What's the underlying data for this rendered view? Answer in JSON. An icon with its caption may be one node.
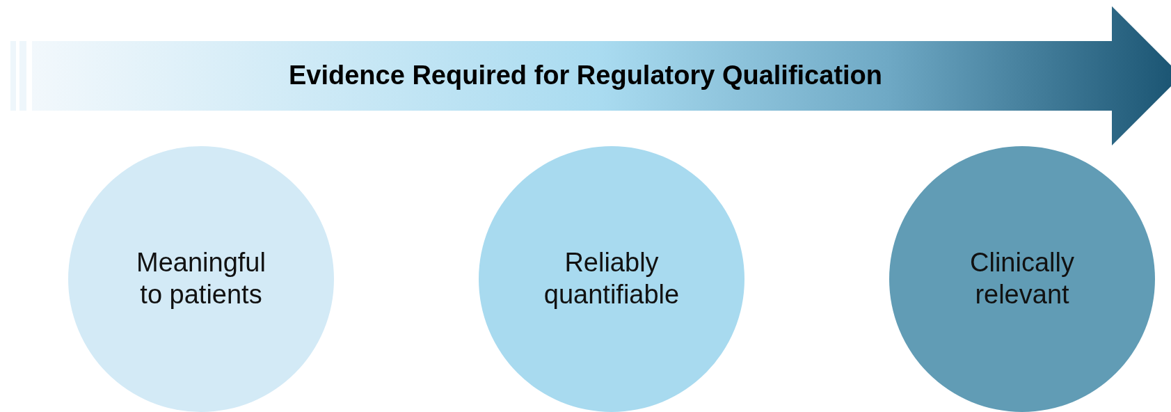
{
  "diagram": {
    "nodes": [
      {
        "text": [
          "Evidence Required for Regulatory Qualification"
        ]
      },
      {
        "text": [
          "Meaningful to patients"
        ]
      },
      {
        "text": [
          "Reliably quantifiable"
        ]
      },
      {
        "text": [
          "Clinically relevant"
        ]
      }
    ]
  }
}
